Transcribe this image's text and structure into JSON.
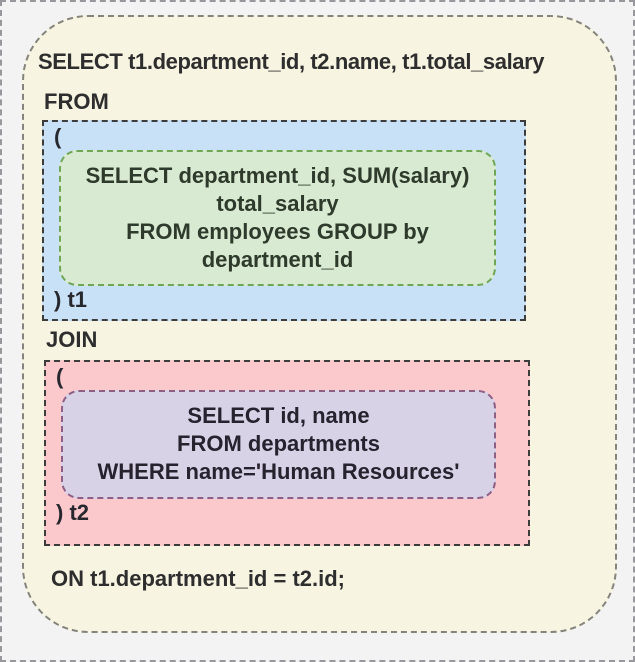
{
  "diagram": {
    "title_line": "SELECT t1.department_id, t2.name, t1.total_salary",
    "from_keyword": "FROM",
    "join_keyword": "JOIN",
    "on_line": "ON t1.department_id = t2.id;",
    "subquery1": {
      "open_paren": "(",
      "close_alias": ") t1",
      "lines": [
        "SELECT department_id, SUM(salary)",
        "total_salary",
        "FROM employees GROUP by",
        "department_id"
      ]
    },
    "subquery2": {
      "open_paren": "(",
      "close_alias": ") t2",
      "lines": [
        "SELECT id, name",
        "FROM departments",
        "WHERE name='Human Resources'"
      ]
    },
    "colors": {
      "canvas_background": "#f3f3f4",
      "query_background": "#f8f4e2",
      "query_border": "#85847c",
      "subquery1_background": "#c9e1f7",
      "subquery1_inner_background": "#d9ead2",
      "subquery1_inner_border": "#6fa757",
      "subquery2_background": "#fbc8cc",
      "subquery2_inner_background": "#d8d2e7",
      "subquery2_inner_border": "#8d5f85",
      "outer_box_border": "#3c3c3c",
      "text": "#2e2e2e"
    }
  }
}
